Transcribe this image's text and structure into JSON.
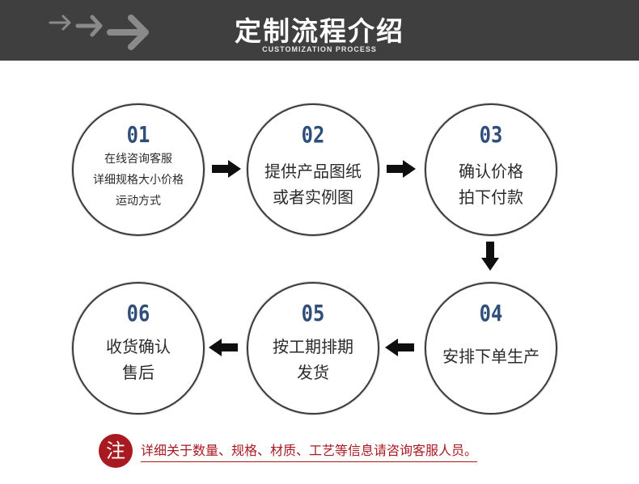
{
  "header": {
    "title": "定制流程介绍",
    "subtitle": "CUSTOMIZATION PROCESS"
  },
  "steps": [
    {
      "num": "01",
      "lines": [
        "在线咨询客服",
        "详细规格大小价格",
        "运动方式"
      ]
    },
    {
      "num": "02",
      "lines": [
        "提供产品图纸",
        "或者实例图"
      ]
    },
    {
      "num": "03",
      "lines": [
        "确认价格",
        "拍下付款"
      ]
    },
    {
      "num": "04",
      "lines": [
        "安排下单生产"
      ]
    },
    {
      "num": "05",
      "lines": [
        "按工期排期",
        "发货"
      ]
    },
    {
      "num": "06",
      "lines": [
        "收货确认",
        "售后"
      ]
    }
  ],
  "note": {
    "badge": "注",
    "text": "详细关于数量、规格、材质、工艺等信息请咨询客服人员。"
  },
  "colors": {
    "header_bg": "#3f3f3f",
    "number": "#2f4e7a",
    "note": "#a81a20"
  }
}
